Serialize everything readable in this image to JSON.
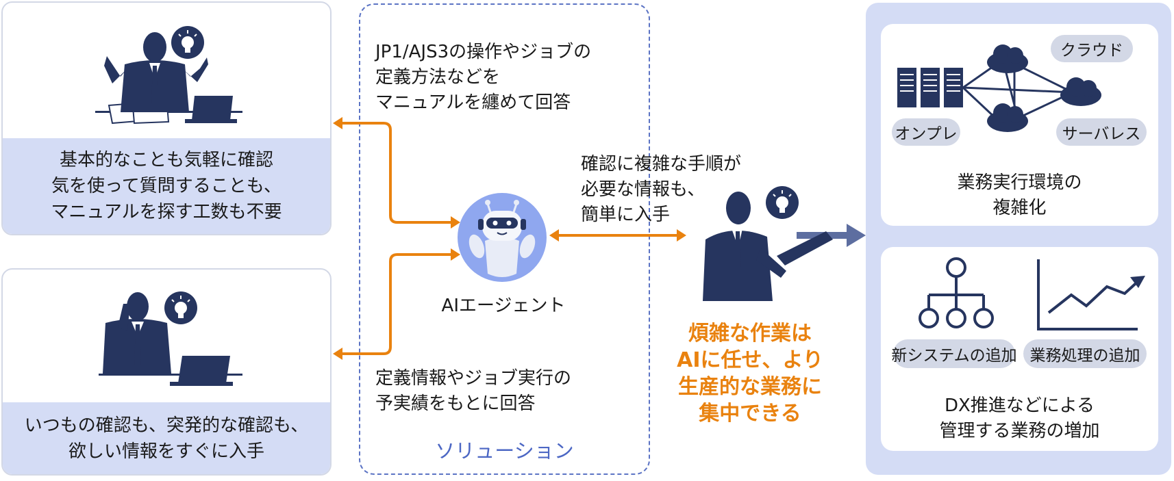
{
  "left_cards": [
    {
      "lines": [
        "基本的なことも気軽に確認",
        "気を使って質問することも、",
        "マニュアルを探す工数も不要"
      ]
    },
    {
      "lines": [
        "いつもの確認も、突発的な確認も、",
        "欲しい情報をすぐに入手"
      ]
    }
  ],
  "solution": {
    "top_text": [
      "JP1/AJS3の操作やジョブの",
      "定義方法などを",
      "マニュアルを纏めて回答"
    ],
    "bottom_text": [
      "定義情報やジョブ実行の",
      "予実績をもとに回答"
    ],
    "label": "ソリューション"
  },
  "agent": {
    "label": "AIエージェント"
  },
  "middle_text": [
    "確認に複雑な手順が",
    "必要な情報も、",
    "簡単に入手"
  ],
  "benefit": [
    "煩雑な作業は",
    "AIに任せ、より",
    "生産的な業務に",
    "集中できる"
  ],
  "right": {
    "top": {
      "pills": [
        "クラウド",
        "オンプレ",
        "サーバレス"
      ],
      "caption": [
        "業務実行環境の",
        "複雑化"
      ]
    },
    "bottom": {
      "pills": [
        "新システムの追加",
        "業務処理の追加"
      ],
      "caption": [
        "DX推進などによる",
        "管理する業務の増加"
      ]
    }
  },
  "colors": {
    "navy": "#26355f",
    "orange": "#e9820f",
    "band": "#d4dcf5",
    "robot_circle": "#8fa7ef",
    "dashed": "#5b73c4"
  }
}
